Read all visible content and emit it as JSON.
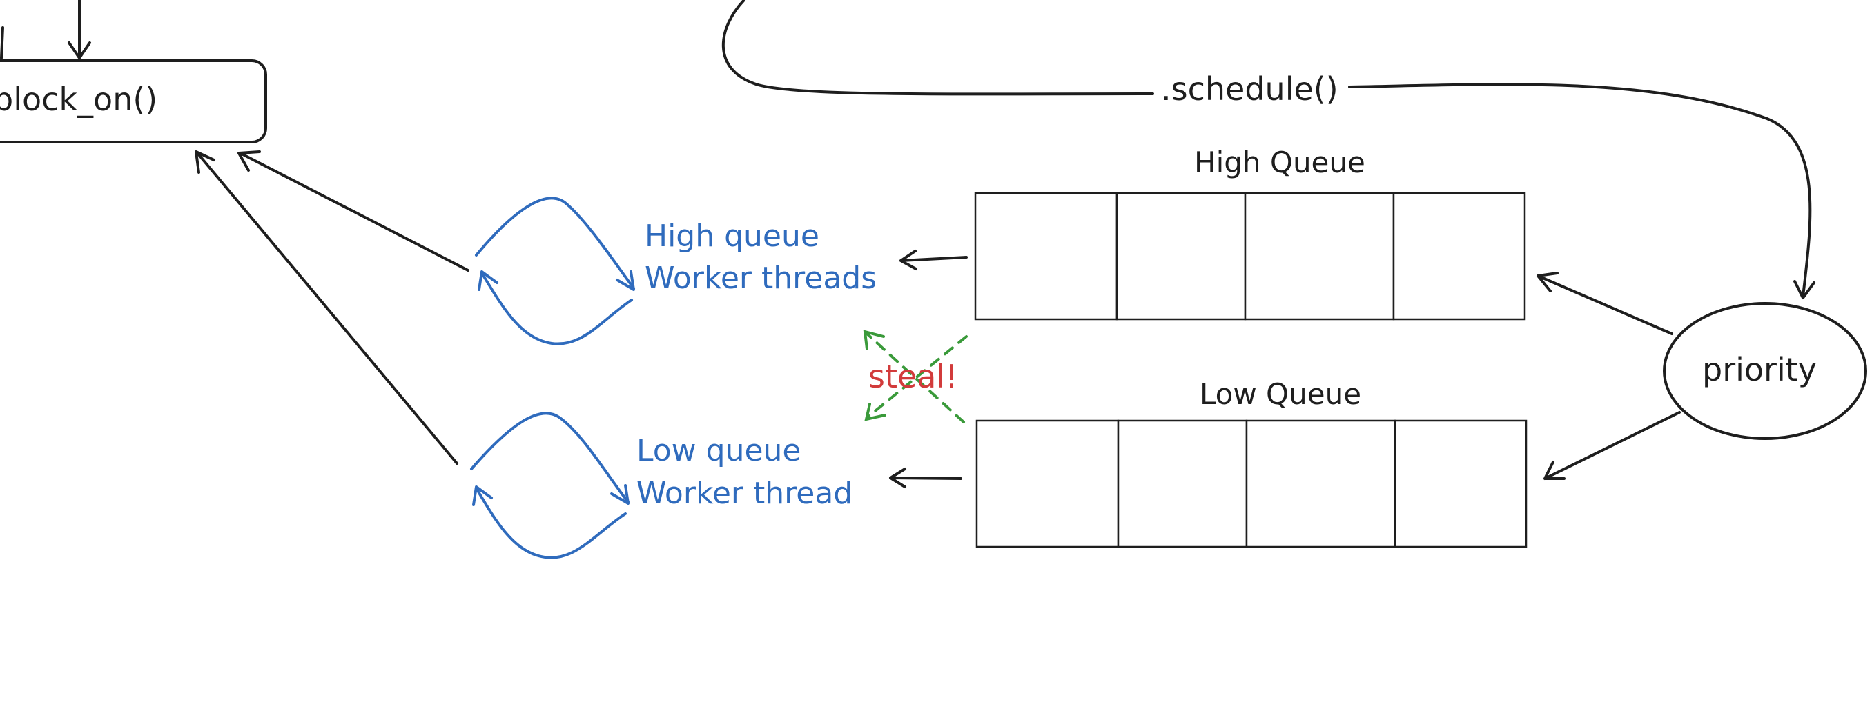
{
  "nodes": {
    "block_on": "block_on()",
    "schedule": ".schedule()",
    "high_queue_title": "High Queue",
    "low_queue_title": "Low Queue",
    "priority": "priority",
    "high_workers_line1": "High queue",
    "high_workers_line2": "Worker threads",
    "low_workers_line1": "Low queue",
    "low_workers_line2": "Worker thread",
    "steal": "steal!"
  },
  "colors": {
    "line": "#1e1e1e",
    "workers": "#2f6bbd",
    "steal_text": "#d23b3b",
    "steal_arrows": "#3a9a3a"
  }
}
